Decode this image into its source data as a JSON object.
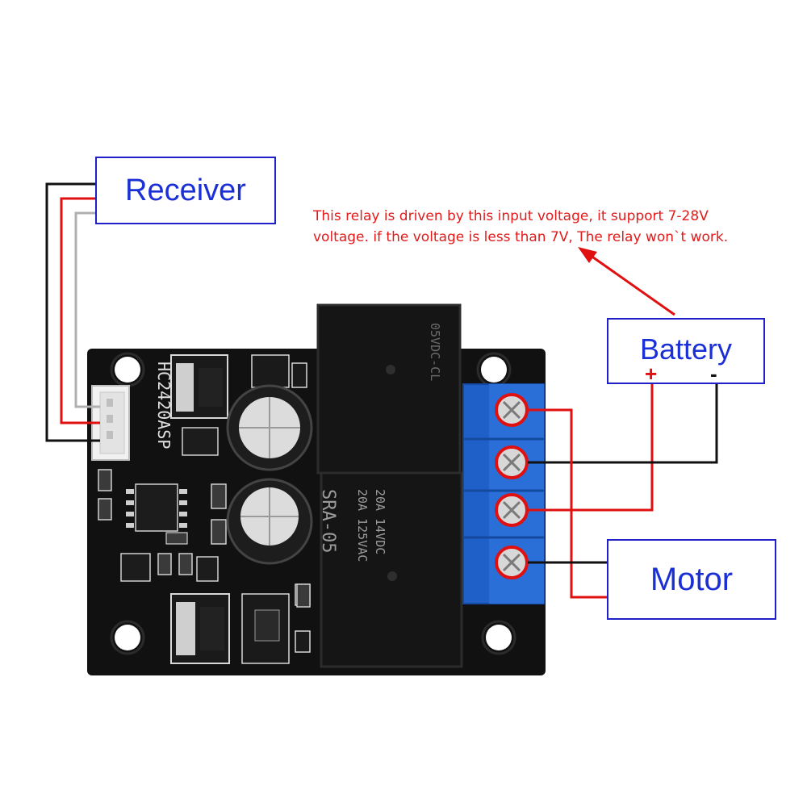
{
  "labels": {
    "receiver": "Receiver",
    "battery": "Battery",
    "motor": "Motor",
    "battery_plus": "+",
    "battery_minus": "-"
  },
  "note": {
    "line1": "This relay is driven by this input voltage, it support 7-28V",
    "line2": "voltage. if the voltage is less than 7V, The relay won`t work."
  },
  "board": {
    "model_marking": "HC2420ASP",
    "relay_marking_1": "SRA-05",
    "relay_rating_1": "20A 14VDC",
    "relay_rating_2": "20A 125VAC",
    "relay_coil_marking": "05VDC-CL"
  },
  "colors": {
    "label_text": "#1a2fd6",
    "label_border": "#2020c8",
    "note_text": "#e21a1a",
    "wire_red": "#e01010",
    "wire_black": "#111111",
    "wire_gray": "#b0b0b0",
    "pcb": "#101010",
    "terminal_block": "#1e5fc8"
  }
}
